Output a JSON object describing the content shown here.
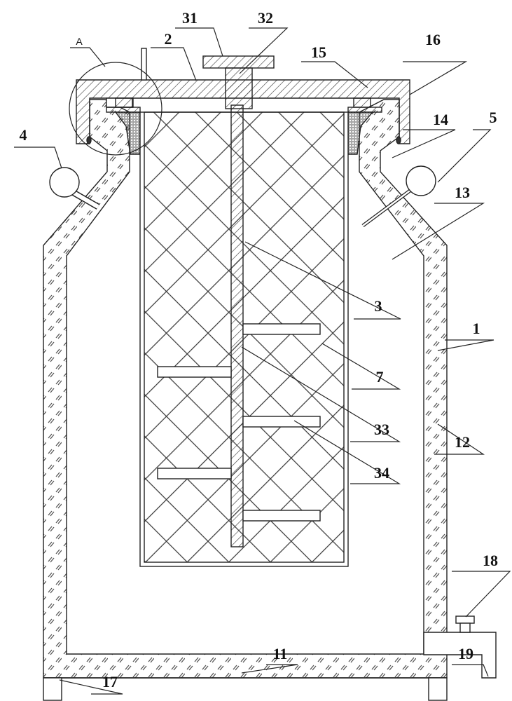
{
  "figure": {
    "type": "patent-cross-section",
    "labels": {
      "A": "A",
      "n1": "1",
      "n2": "2",
      "n3": "3",
      "n4": "4",
      "n5": "5",
      "n7": "7",
      "n11": "11",
      "n12": "12",
      "n13": "13",
      "n14": "14",
      "n15": "15",
      "n16": "16",
      "n17": "17",
      "n18": "18",
      "n19": "19",
      "n31": "31",
      "n32": "32",
      "n33": "33",
      "n34": "34"
    }
  }
}
